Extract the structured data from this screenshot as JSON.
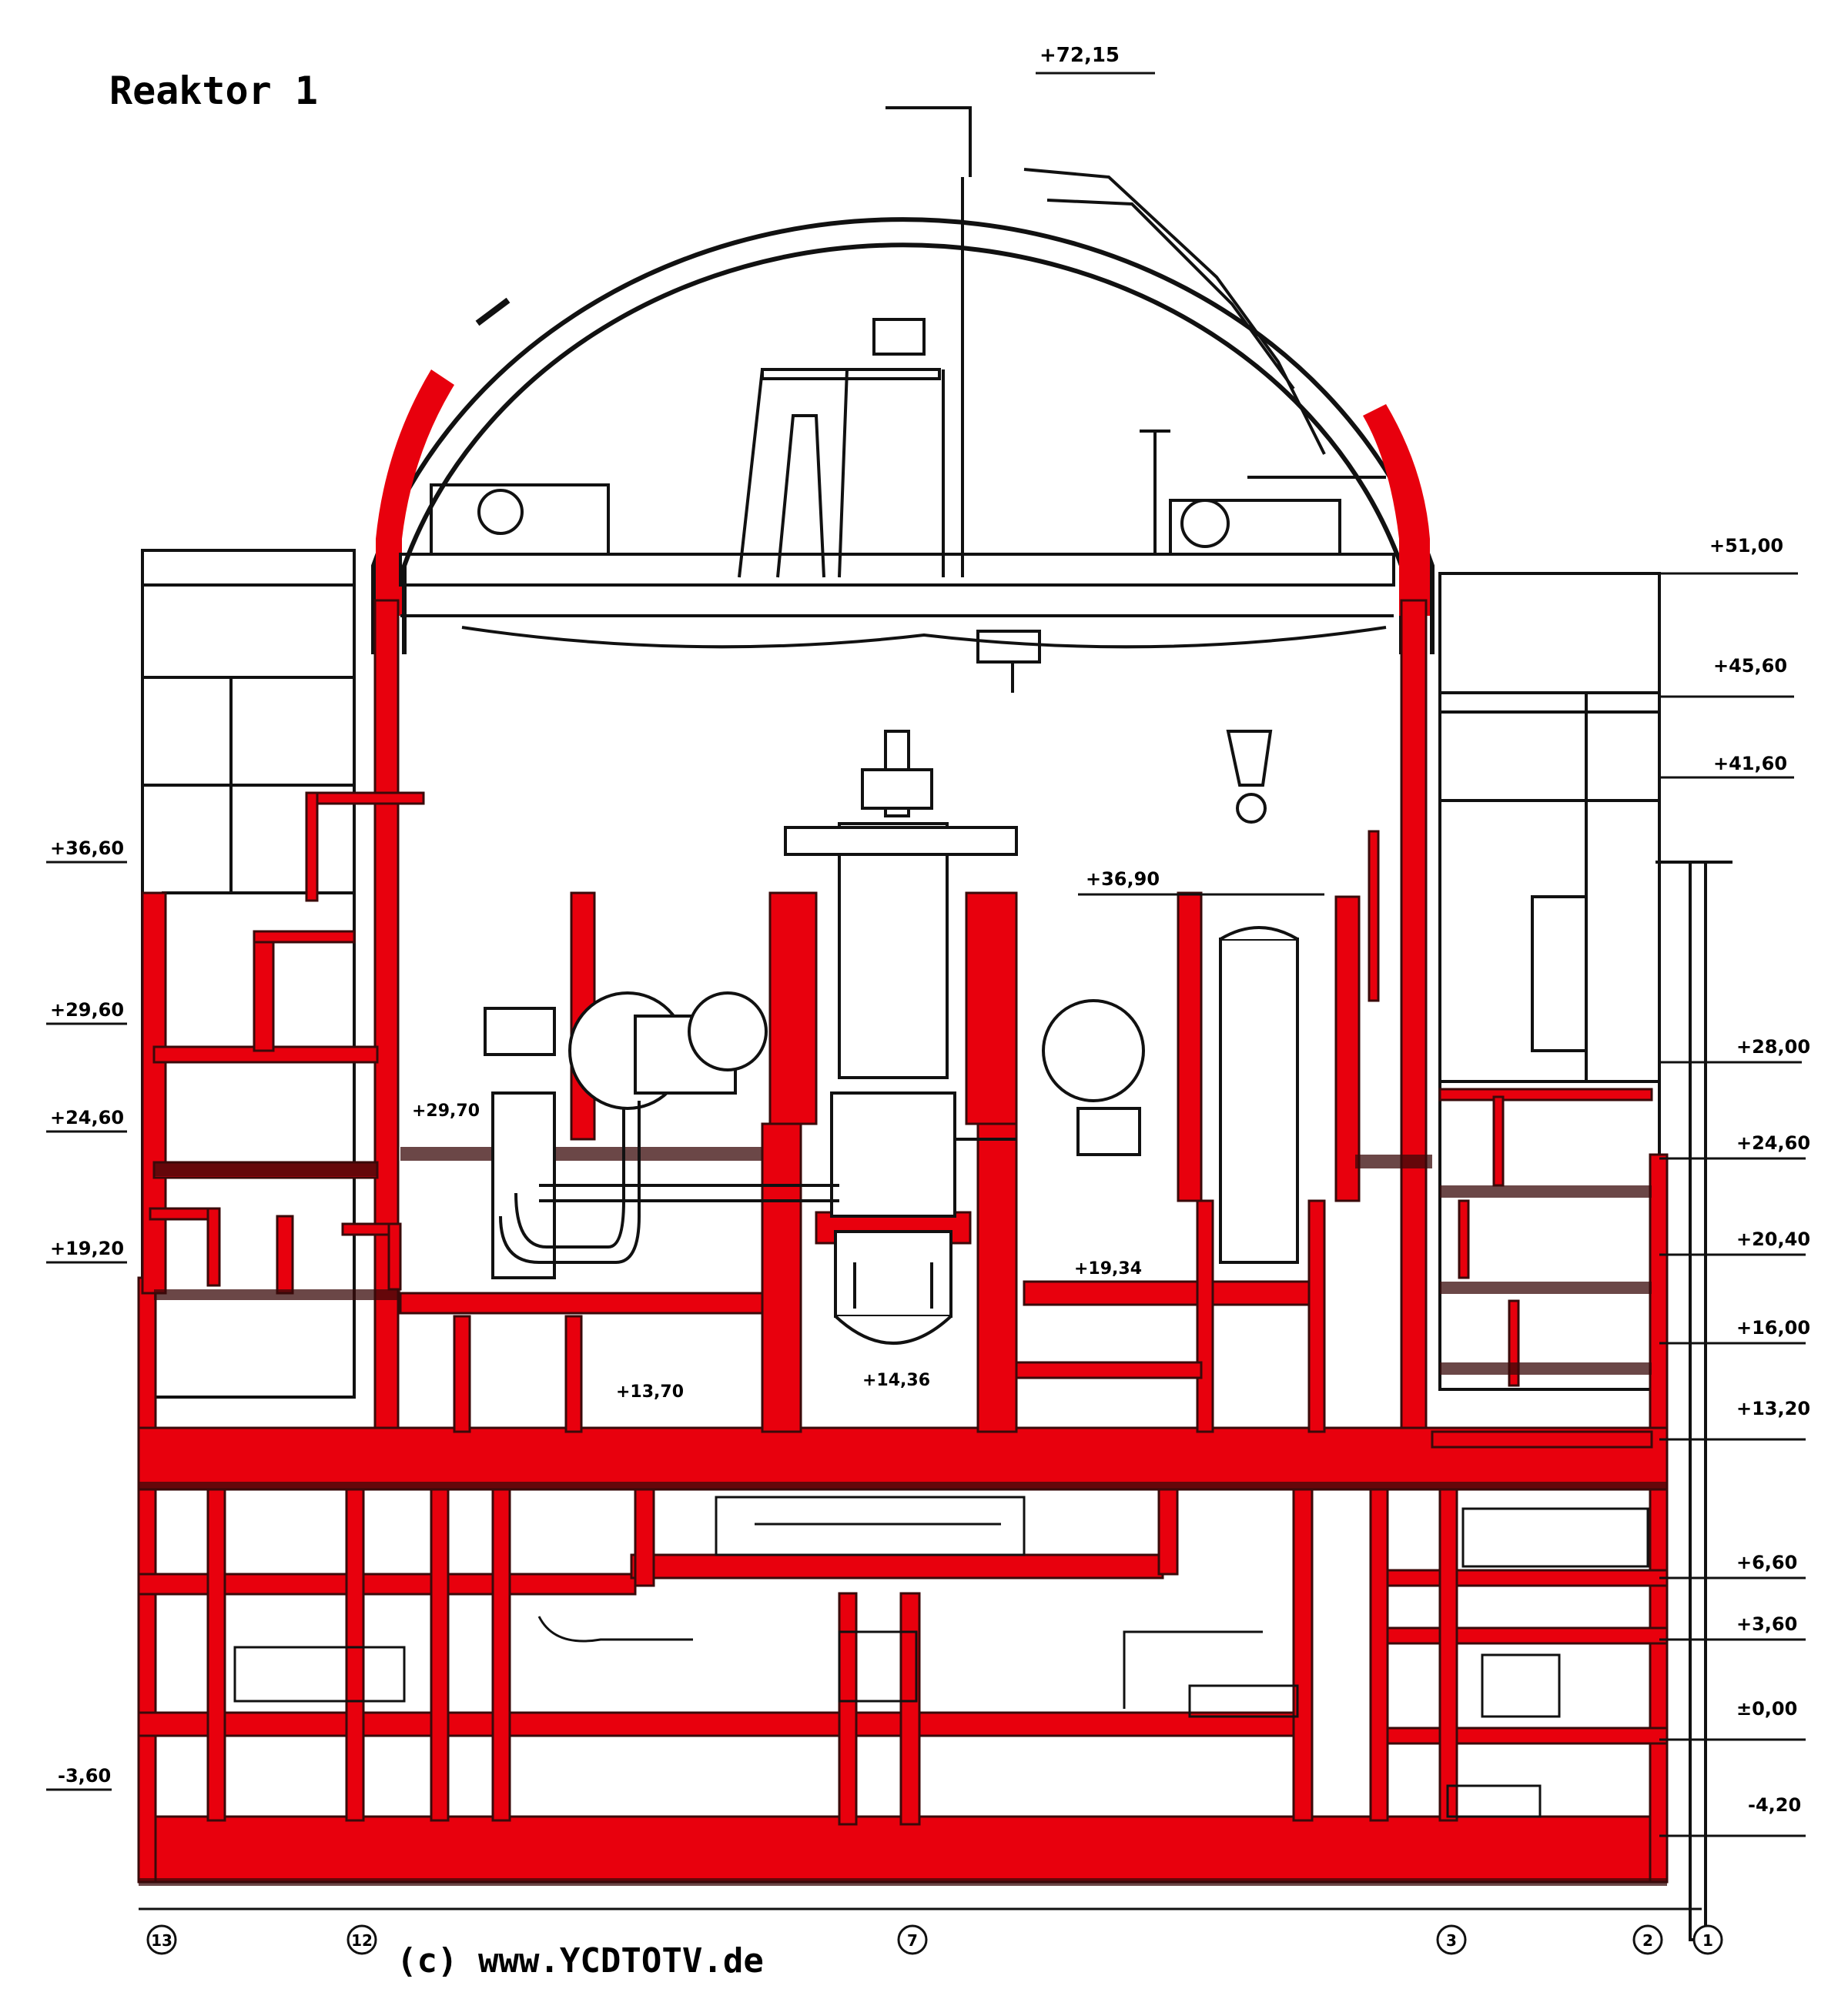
{
  "title": "Reaktor 1",
  "copyright": "(c)   www.YCDTOTV.de",
  "colors": {
    "concrete": "#e8000d",
    "line": "#111111",
    "shadow": "#3a0a0a"
  },
  "elevations_top": [
    "+72,15",
    "+36,90"
  ],
  "elevations_left": [
    "+36,60",
    "+29,60",
    "+24,60",
    "+19,20",
    "-3,60"
  ],
  "elevations_right": [
    "+51,00",
    "+45,60",
    "+41,60",
    "+28,00",
    "+24,60",
    "+20,40",
    "+16,00",
    "+13,20",
    "+6,60",
    "+3,60",
    "±0,00",
    "-4,20"
  ],
  "elevations_inner": [
    "+29,70",
    "+19,34",
    "+13,70",
    "+14,36"
  ],
  "axis_labels": [
    "13",
    "12",
    "7",
    "3",
    "2",
    "1"
  ]
}
